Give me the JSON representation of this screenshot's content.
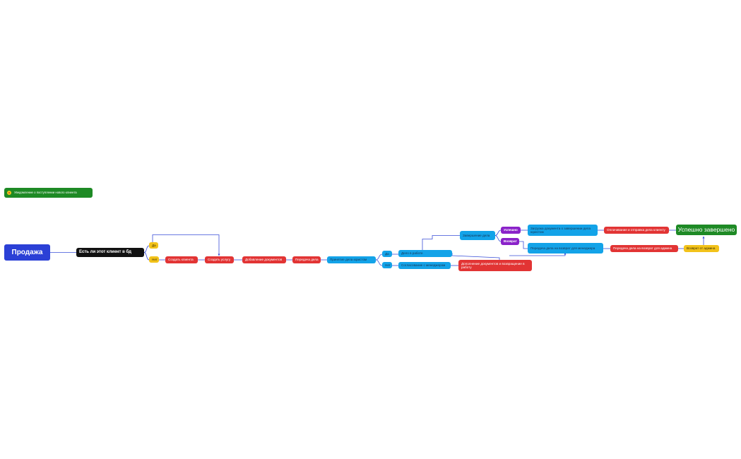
{
  "colors": {
    "main_blue": "#2b40d6",
    "red": "#e23434",
    "light_blue": "#13a3e8",
    "yellow": "#f2c21a",
    "purple": "#8a22c9",
    "green": "#1e8a25",
    "black": "#111111",
    "connector": "#3a4fd8"
  },
  "notification": {
    "icon": "notification-icon",
    "label": "Уведомление о поступлении нового клиента"
  },
  "root": "Продажа",
  "question": "Есть ли этот клиент в бд",
  "answer_yes": "Да",
  "answer_no": "Нет",
  "create_client": "Создать клиента",
  "create_service": "Создать услугу",
  "add_documents": "Добавление документов",
  "transfer_case": "Передача дела",
  "lawyer_acceptance": "Принятие дела юристом",
  "lawyer_yes": "Да",
  "lawyer_no": "Нет",
  "case_in_progress": "Дело в работе",
  "manager_approval": "Согласование с менеджером",
  "supplement_docs": "Дополнение документов и возвращение в работу",
  "case_completion": "Завершение дела",
  "outcome_success": "Успешно",
  "outcome_return": "Возврат",
  "upload_docs": "Загрузка документа о завершении дела юристом",
  "payment_and_send": "Оплачивание и отправка дела клиенту",
  "success_final": "Успешно завершено",
  "return_to_manager": "Передача дела на возврат для менеджера",
  "return_to_admin": "Передача дела на возврат для админа",
  "admin_return": "Возврат от админа"
}
